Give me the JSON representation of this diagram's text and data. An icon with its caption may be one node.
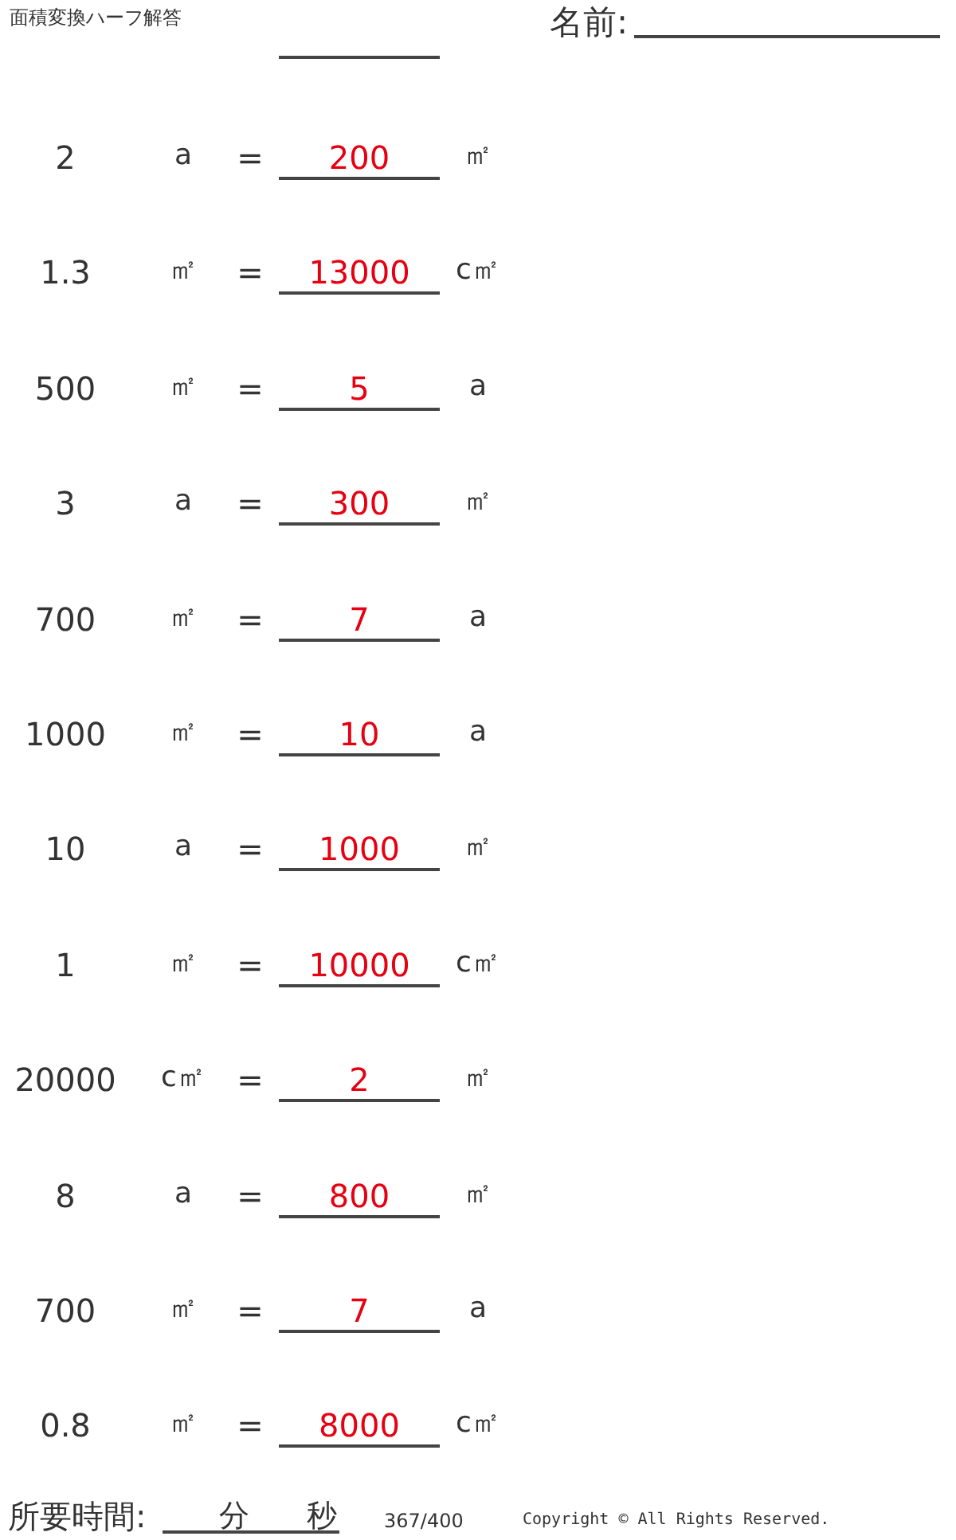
{
  "diagram": {
    "labels": [
      "面積変換ハーフ解答",
      "名前:",
      "2",
      "a",
      "=",
      "200",
      "㎡",
      "1.3",
      "㎡",
      "=",
      "13000",
      "c㎡",
      "500",
      "㎡",
      "=",
      "5",
      "a",
      "3",
      "a",
      "=",
      "300",
      "㎡",
      "700",
      "㎡",
      "=",
      "7",
      "a",
      "1000",
      "㎡",
      "=",
      "10",
      "a",
      "10",
      "a",
      "=",
      "1000",
      "㎡",
      "1",
      "㎡",
      "=",
      "10000",
      "c㎡",
      "20000",
      "c㎡",
      "=",
      "2",
      "㎡",
      "8",
      "a",
      "=",
      "800",
      "㎡",
      "700",
      "㎡",
      "=",
      "7",
      "a",
      "0.8",
      "㎡",
      "=",
      "8000",
      "c㎡",
      "所要時間:",
      "分",
      "秒",
      "367/400",
      "Copyright © All Rights Reserved."
    ]
  }
}
